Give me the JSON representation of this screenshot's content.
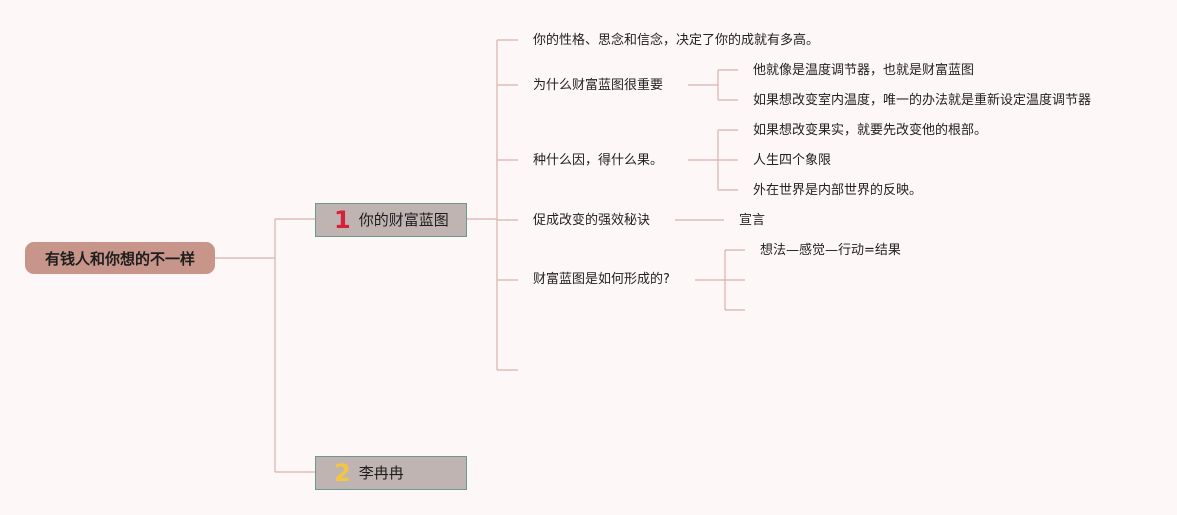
{
  "root": {
    "label": "有钱人和你想的不一样"
  },
  "branches": [
    {
      "number": "1",
      "number_color": "#d6213a",
      "label": "你的财富蓝图",
      "children": [
        {
          "label": "你的性格、思念和信念，决定了你的成就有多高。",
          "children": []
        },
        {
          "label": "为什么财富蓝图很重要",
          "children": [
            {
              "label": "他就像是温度调节器，也就是财富蓝图"
            },
            {
              "label": "如果想改变室内温度，唯一的办法就是重新设定温度调节器"
            }
          ]
        },
        {
          "label": "种什么因，得什么果。",
          "children": [
            {
              "label": "如果想改变果实，就要先改变他的根部。"
            },
            {
              "label": "人生四个象限"
            },
            {
              "label": "外在世界是内部世界的反映。"
            }
          ]
        },
        {
          "label": "促成改变的强效秘诀",
          "children": [
            {
              "label": "宣言"
            }
          ]
        },
        {
          "label": "财富蓝图是如何形成的?",
          "children": [
            {
              "label": "想法—感觉—行动=结果"
            },
            {
              "label": ""
            },
            {
              "label": ""
            }
          ]
        },
        {
          "label": "",
          "children": []
        }
      ]
    },
    {
      "number": "2",
      "number_color": "#f2c640",
      "label": "李冉冉",
      "children": []
    }
  ],
  "colors": {
    "background": "#fdf7f7",
    "root_fill": "#c8958a",
    "branch_fill": "#bfb4b2",
    "branch_border": "#6a9a8a",
    "line": "#d9b3ab"
  }
}
